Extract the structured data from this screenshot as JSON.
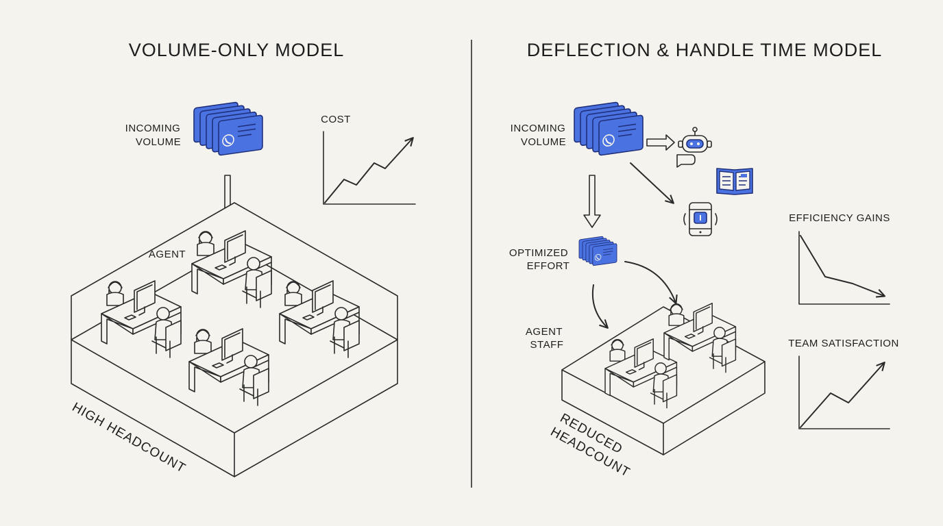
{
  "left": {
    "title": "VOLUME-ONLY MODEL",
    "incoming_line1": "INCOMING",
    "incoming_line2": "VOLUME",
    "cost_label": "COST",
    "agent_label": "AGENT",
    "floor_label": "HIGH HEADCOUNT"
  },
  "right": {
    "title": "DEFLECTION & HANDLE TIME MODEL",
    "incoming_line1": "INCOMING",
    "incoming_line2": "VOLUME",
    "optimized_line1": "OPTIMIZED",
    "optimized_line2": "EFFORT",
    "agent_line1": "AGENT",
    "agent_line2": "STAFF",
    "floor_line1": "REDUCED",
    "floor_line2": "HEADCOUNT",
    "efficiency_label": "EFFICIENCY GAINS",
    "satisfaction_label": "TEAM SATISFACTION"
  },
  "icons": [
    "phone-card-icon",
    "chatbot-icon",
    "knowledge-base-icon",
    "mobile-self-service-icon",
    "headset-agent-icon"
  ],
  "colors": {
    "accent": "#4a72e0",
    "ink": "#2a2a2a",
    "background": "#f4f3ee"
  }
}
